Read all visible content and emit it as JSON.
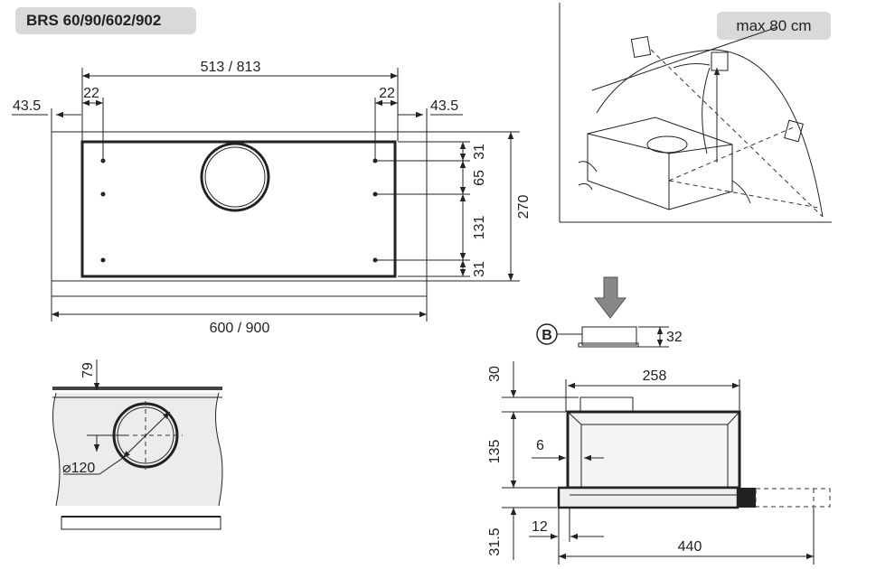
{
  "title": "BRS 60/90/602/902",
  "max_label": "max 80 cm",
  "top_view": {
    "dim_inner_width": "513 / 813",
    "dim_left_hole_offset": "22",
    "dim_right_hole_offset": "22",
    "dim_left_margin": "43.5",
    "dim_right_margin": "43.5",
    "dim_total_width": "600 / 900",
    "dim_v1": "31",
    "dim_v2": "65",
    "dim_v3": "131",
    "dim_v4": "31",
    "dim_depth": "270"
  },
  "duct_detail": {
    "dim_offset": "79",
    "dim_diameter": "⌀120"
  },
  "side_view": {
    "label_b": "B",
    "dim_b_height": "32",
    "dim_top": "30",
    "dim_width": "258",
    "dim_body": "135",
    "dim_wall": "6",
    "dim_bottom": "31.5",
    "dim_front": "12",
    "dim_depth": "440"
  }
}
